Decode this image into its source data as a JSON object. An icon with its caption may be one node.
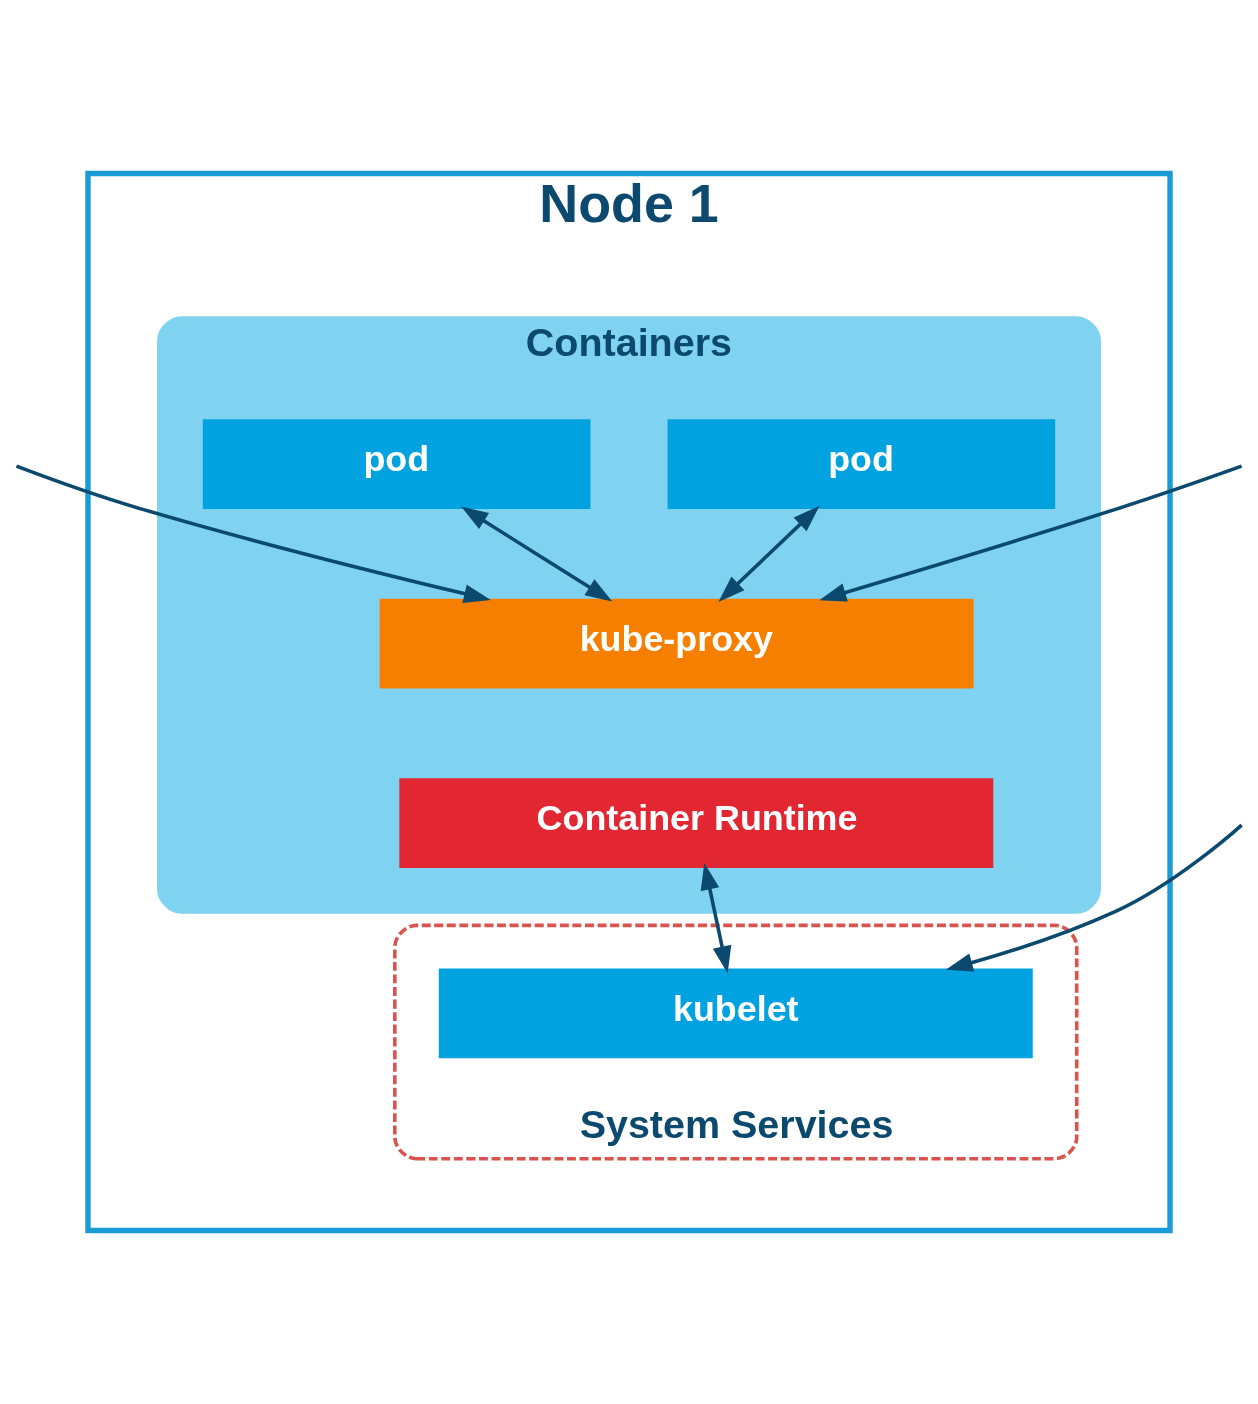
{
  "diagram": {
    "nodes": [
      {
        "text": [
          "Node 1"
        ]
      },
      {
        "text": [
          "Containers"
        ],
        "in": 0
      },
      {
        "text": [
          "pod"
        ],
        "in": 1
      },
      {
        "text": [
          "pod"
        ],
        "in": 1
      },
      {
        "text": [
          "kube-proxy"
        ],
        "in": 1
      },
      {
        "text": [
          "Container Runtime"
        ],
        "in": 1
      },
      {
        "text": [
          "System Services"
        ],
        "in": 0
      },
      {
        "text": [
          "kubelet"
        ],
        "in": 6
      }
    ],
    "edges": [
      {
        "from": 2,
        "to": 4,
        "arrow": "both"
      },
      {
        "from": 3,
        "to": 4,
        "arrow": "both"
      },
      {
        "from": null,
        "to": 4,
        "arrow": "to"
      },
      {
        "from": null,
        "to": 4,
        "arrow": "to"
      },
      {
        "from": 5,
        "to": 7,
        "arrow": "both"
      },
      {
        "from": null,
        "to": 7,
        "arrow": "to"
      }
    ]
  }
}
